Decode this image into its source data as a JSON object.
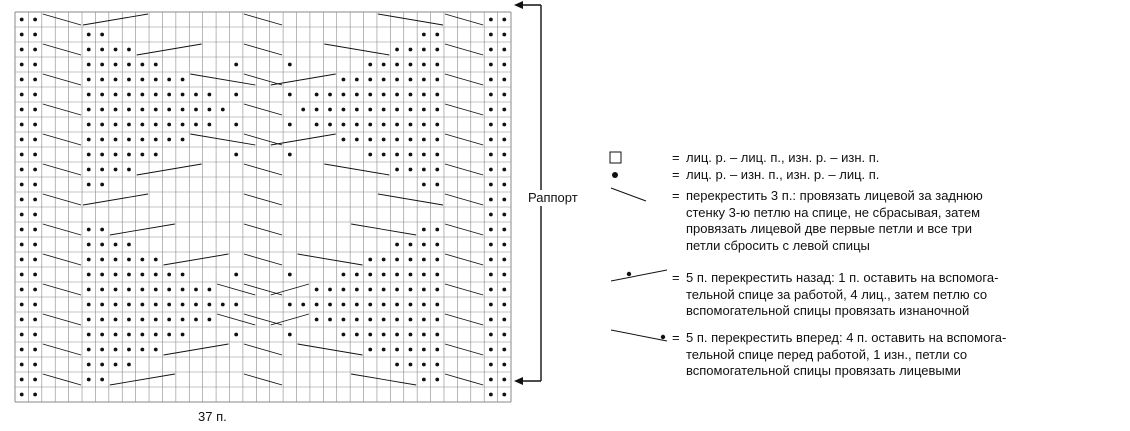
{
  "diagram": {
    "rapport_label": "Раппорт",
    "stitch_count_label": "37 п.",
    "grid_columns": 37,
    "grid_rows": 26
  },
  "legend": {
    "items": [
      {
        "symbol": "empty-square",
        "eq": "=",
        "text": "лиц. р. – лиц. п., изн. р. – изн. п."
      },
      {
        "symbol": "dot",
        "eq": "=",
        "text": "лиц. р. – изн. п., изн. р. – лиц. п."
      },
      {
        "symbol": "cross-3",
        "eq": "=",
        "text": "перекрестить 3 п.: провязать лицевой за заднюю\nстенку 3-ю петлю на спице, не сбрасывая, затем\nпровязать лицевой две первые петли и  все три\nпетли сбросить с левой спицы"
      },
      {
        "symbol": "cross-5-back",
        "eq": "=",
        "text": "5 п. перекрестить назад: 1 п. оставить на вспомога-\nтельной спице за работой, 4 лиц., затем петлю со\nвспомогательной спицы провязать изнаночной"
      },
      {
        "symbol": "cross-5-front",
        "eq": "=",
        "text": "5 п. перекрестить вперед: 4 п. оставить на вспомога-\nтельной спице перед работой, 1 изн., петли со\nвспомогательной спицы провязать лицевыми"
      }
    ]
  },
  "colors": {
    "ink": "#111111",
    "grid": "#8a8a8a",
    "background": "#ffffff"
  }
}
